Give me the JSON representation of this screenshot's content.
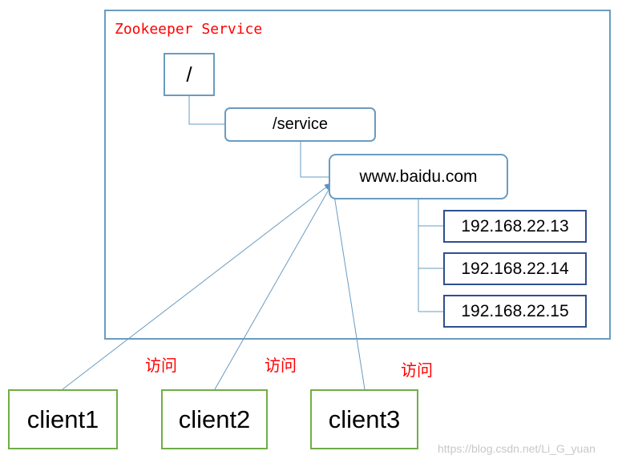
{
  "service": {
    "title": "Zookeeper Service"
  },
  "tree": {
    "root": "/",
    "service": "/service",
    "domain": "www.baidu.com",
    "ips": [
      "192.168.22.13",
      "192.168.22.14",
      "192.168.22.15"
    ]
  },
  "clients": [
    {
      "name": "client1",
      "action": "访问"
    },
    {
      "name": "client2",
      "action": "访问"
    },
    {
      "name": "client3",
      "action": "访问"
    }
  ],
  "watermark": "https://blog.csdn.net/Li_G_yuan",
  "colors": {
    "frame": "#6a9cc0",
    "ip_border": "#2f4f8f",
    "client_border": "#70ad47",
    "title_text": "#ff0000",
    "access_text": "#ff0000",
    "connector": "#6a9cc0"
  }
}
